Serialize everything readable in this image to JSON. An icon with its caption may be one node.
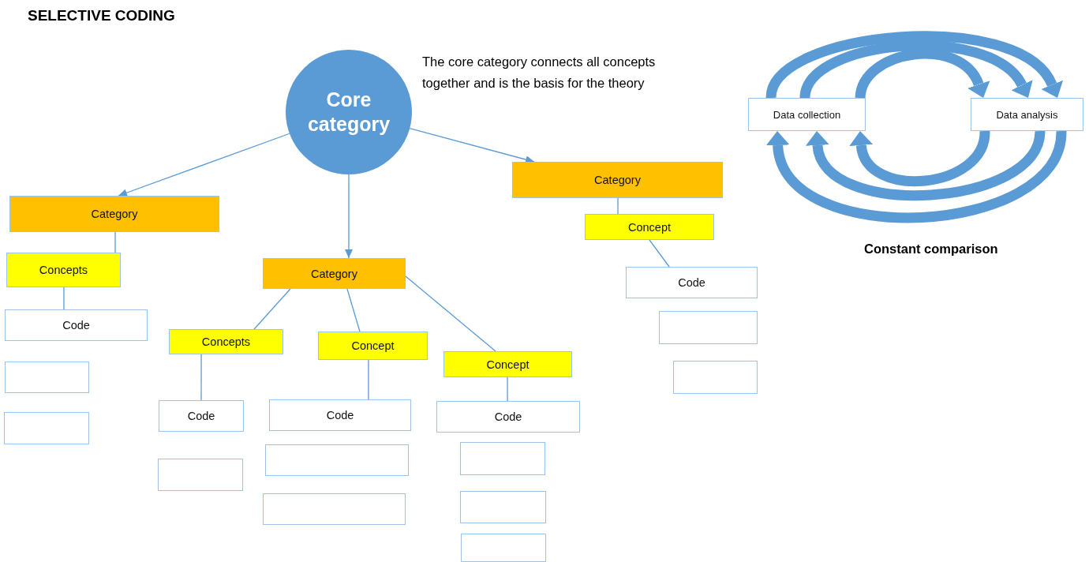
{
  "diagram": {
    "title": "SELECTIVE CODING",
    "nodes": [
      {
        "text": [
          "Core category"
        ],
        "beside": [
          "The core category connects all concepts together and is the basis for the theory"
        ]
      },
      {
        "text": [
          "Category"
        ]
      },
      {
        "text": [
          "Concepts"
        ]
      },
      {
        "text": [
          "Code"
        ]
      },
      {
        "text": [],
        "shape": "box"
      },
      {
        "text": [],
        "shape": "box"
      },
      {
        "text": [
          "Category"
        ]
      },
      {
        "text": [
          "Concepts"
        ]
      },
      {
        "text": [
          "Concept"
        ]
      },
      {
        "text": [
          "Concept"
        ]
      },
      {
        "text": [
          "Code"
        ]
      },
      {
        "text": [],
        "shape": "box"
      },
      {
        "text": [
          "Code"
        ]
      },
      {
        "text": [],
        "shape": "box"
      },
      {
        "text": [],
        "shape": "box"
      },
      {
        "text": [
          "Code"
        ]
      },
      {
        "text": [],
        "shape": "box"
      },
      {
        "text": [],
        "shape": "box"
      },
      {
        "text": [],
        "shape": "box"
      },
      {
        "text": [
          "Category"
        ]
      },
      {
        "text": [
          "Concept"
        ]
      },
      {
        "text": [
          "Code"
        ]
      },
      {
        "text": [],
        "shape": "box"
      },
      {
        "text": [],
        "shape": "box"
      },
      {
        "text": [
          "Data collection"
        ]
      },
      {
        "text": [
          "Data analysis"
        ]
      }
    ],
    "edges": [
      {
        "from": 0,
        "to": 1,
        "arrow": "to"
      },
      {
        "from": 0,
        "to": 6,
        "arrow": "to"
      },
      {
        "from": 0,
        "to": 19,
        "arrow": "to"
      },
      {
        "from": 1,
        "to": 2,
        "arrow": "none"
      },
      {
        "from": 2,
        "to": 3,
        "arrow": "none"
      },
      {
        "from": 6,
        "to": 7,
        "arrow": "none"
      },
      {
        "from": 6,
        "to": 8,
        "arrow": "none"
      },
      {
        "from": 6,
        "to": 9,
        "arrow": "none"
      },
      {
        "from": 7,
        "to": 10,
        "arrow": "none"
      },
      {
        "from": 8,
        "to": 12,
        "arrow": "none"
      },
      {
        "from": 9,
        "to": 15,
        "arrow": "none"
      },
      {
        "from": 19,
        "to": 20,
        "arrow": "none"
      },
      {
        "from": 20,
        "to": 21,
        "arrow": "none"
      },
      {
        "from": 24,
        "to": 25,
        "arrow": "to",
        "style": "thick"
      },
      {
        "from": 24,
        "to": 25,
        "arrow": "to",
        "style": "thick"
      },
      {
        "from": 24,
        "to": 25,
        "arrow": "to",
        "style": "thick"
      },
      {
        "from": 25,
        "to": 24,
        "arrow": "to",
        "style": "thick"
      },
      {
        "from": 25,
        "to": 24,
        "arrow": "to",
        "style": "thick"
      },
      {
        "from": 25,
        "to": 24,
        "arrow": "to",
        "style": "thick"
      }
    ],
    "labels": [
      "Constant comparison"
    ]
  }
}
